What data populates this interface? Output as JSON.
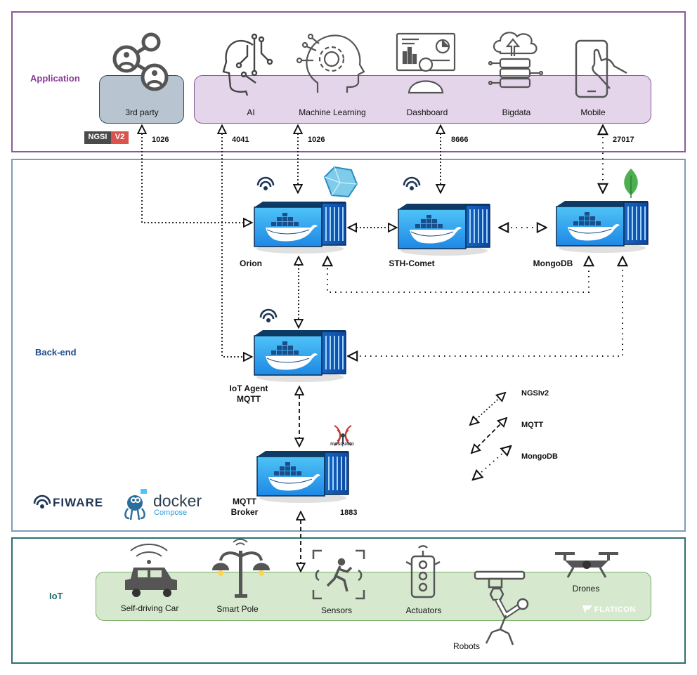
{
  "layers": {
    "application": {
      "label": "Application",
      "color": "#8a4a9a"
    },
    "backend": {
      "label": "Back-end",
      "color": "#1f4e8c"
    },
    "iot": {
      "label": "IoT",
      "color": "#1e6b6b"
    }
  },
  "apps": {
    "third_party": "3rd party",
    "ai": "AI",
    "ml": "Machine Learning",
    "dashboard": "Dashboard",
    "bigdata": "Bigdata",
    "mobile": "Mobile"
  },
  "ngsi_badge": {
    "left": "NGSI",
    "right": "V2"
  },
  "ports": {
    "p_third": "1026",
    "p_ai": "4041",
    "p_ml": "1026",
    "p_dash": "8666",
    "p_mobile": "27017",
    "p_broker": "1883"
  },
  "components": {
    "orion": "Orion",
    "sth": "STH-Comet",
    "mongodb": "MongoDB",
    "iot_agent_l1": "IoT Agent",
    "iot_agent_l2": "MQTT",
    "broker_l1": "MQTT",
    "broker_l2": "Broker"
  },
  "legend": {
    "ngsi": "NGSIv2",
    "mqtt": "MQTT",
    "mongo": "MongoDB"
  },
  "logos": {
    "fiware": "FIWARE",
    "docker": "docker",
    "compose": "Compose",
    "mosquitto": "mosquitto",
    "flaticon": "FLATICON"
  },
  "devices": {
    "car": "Self-driving Car",
    "pole": "Smart Pole",
    "sensors": "Sensors",
    "actuators": "Actuators",
    "robots": "Robots",
    "drones": "Drones"
  }
}
